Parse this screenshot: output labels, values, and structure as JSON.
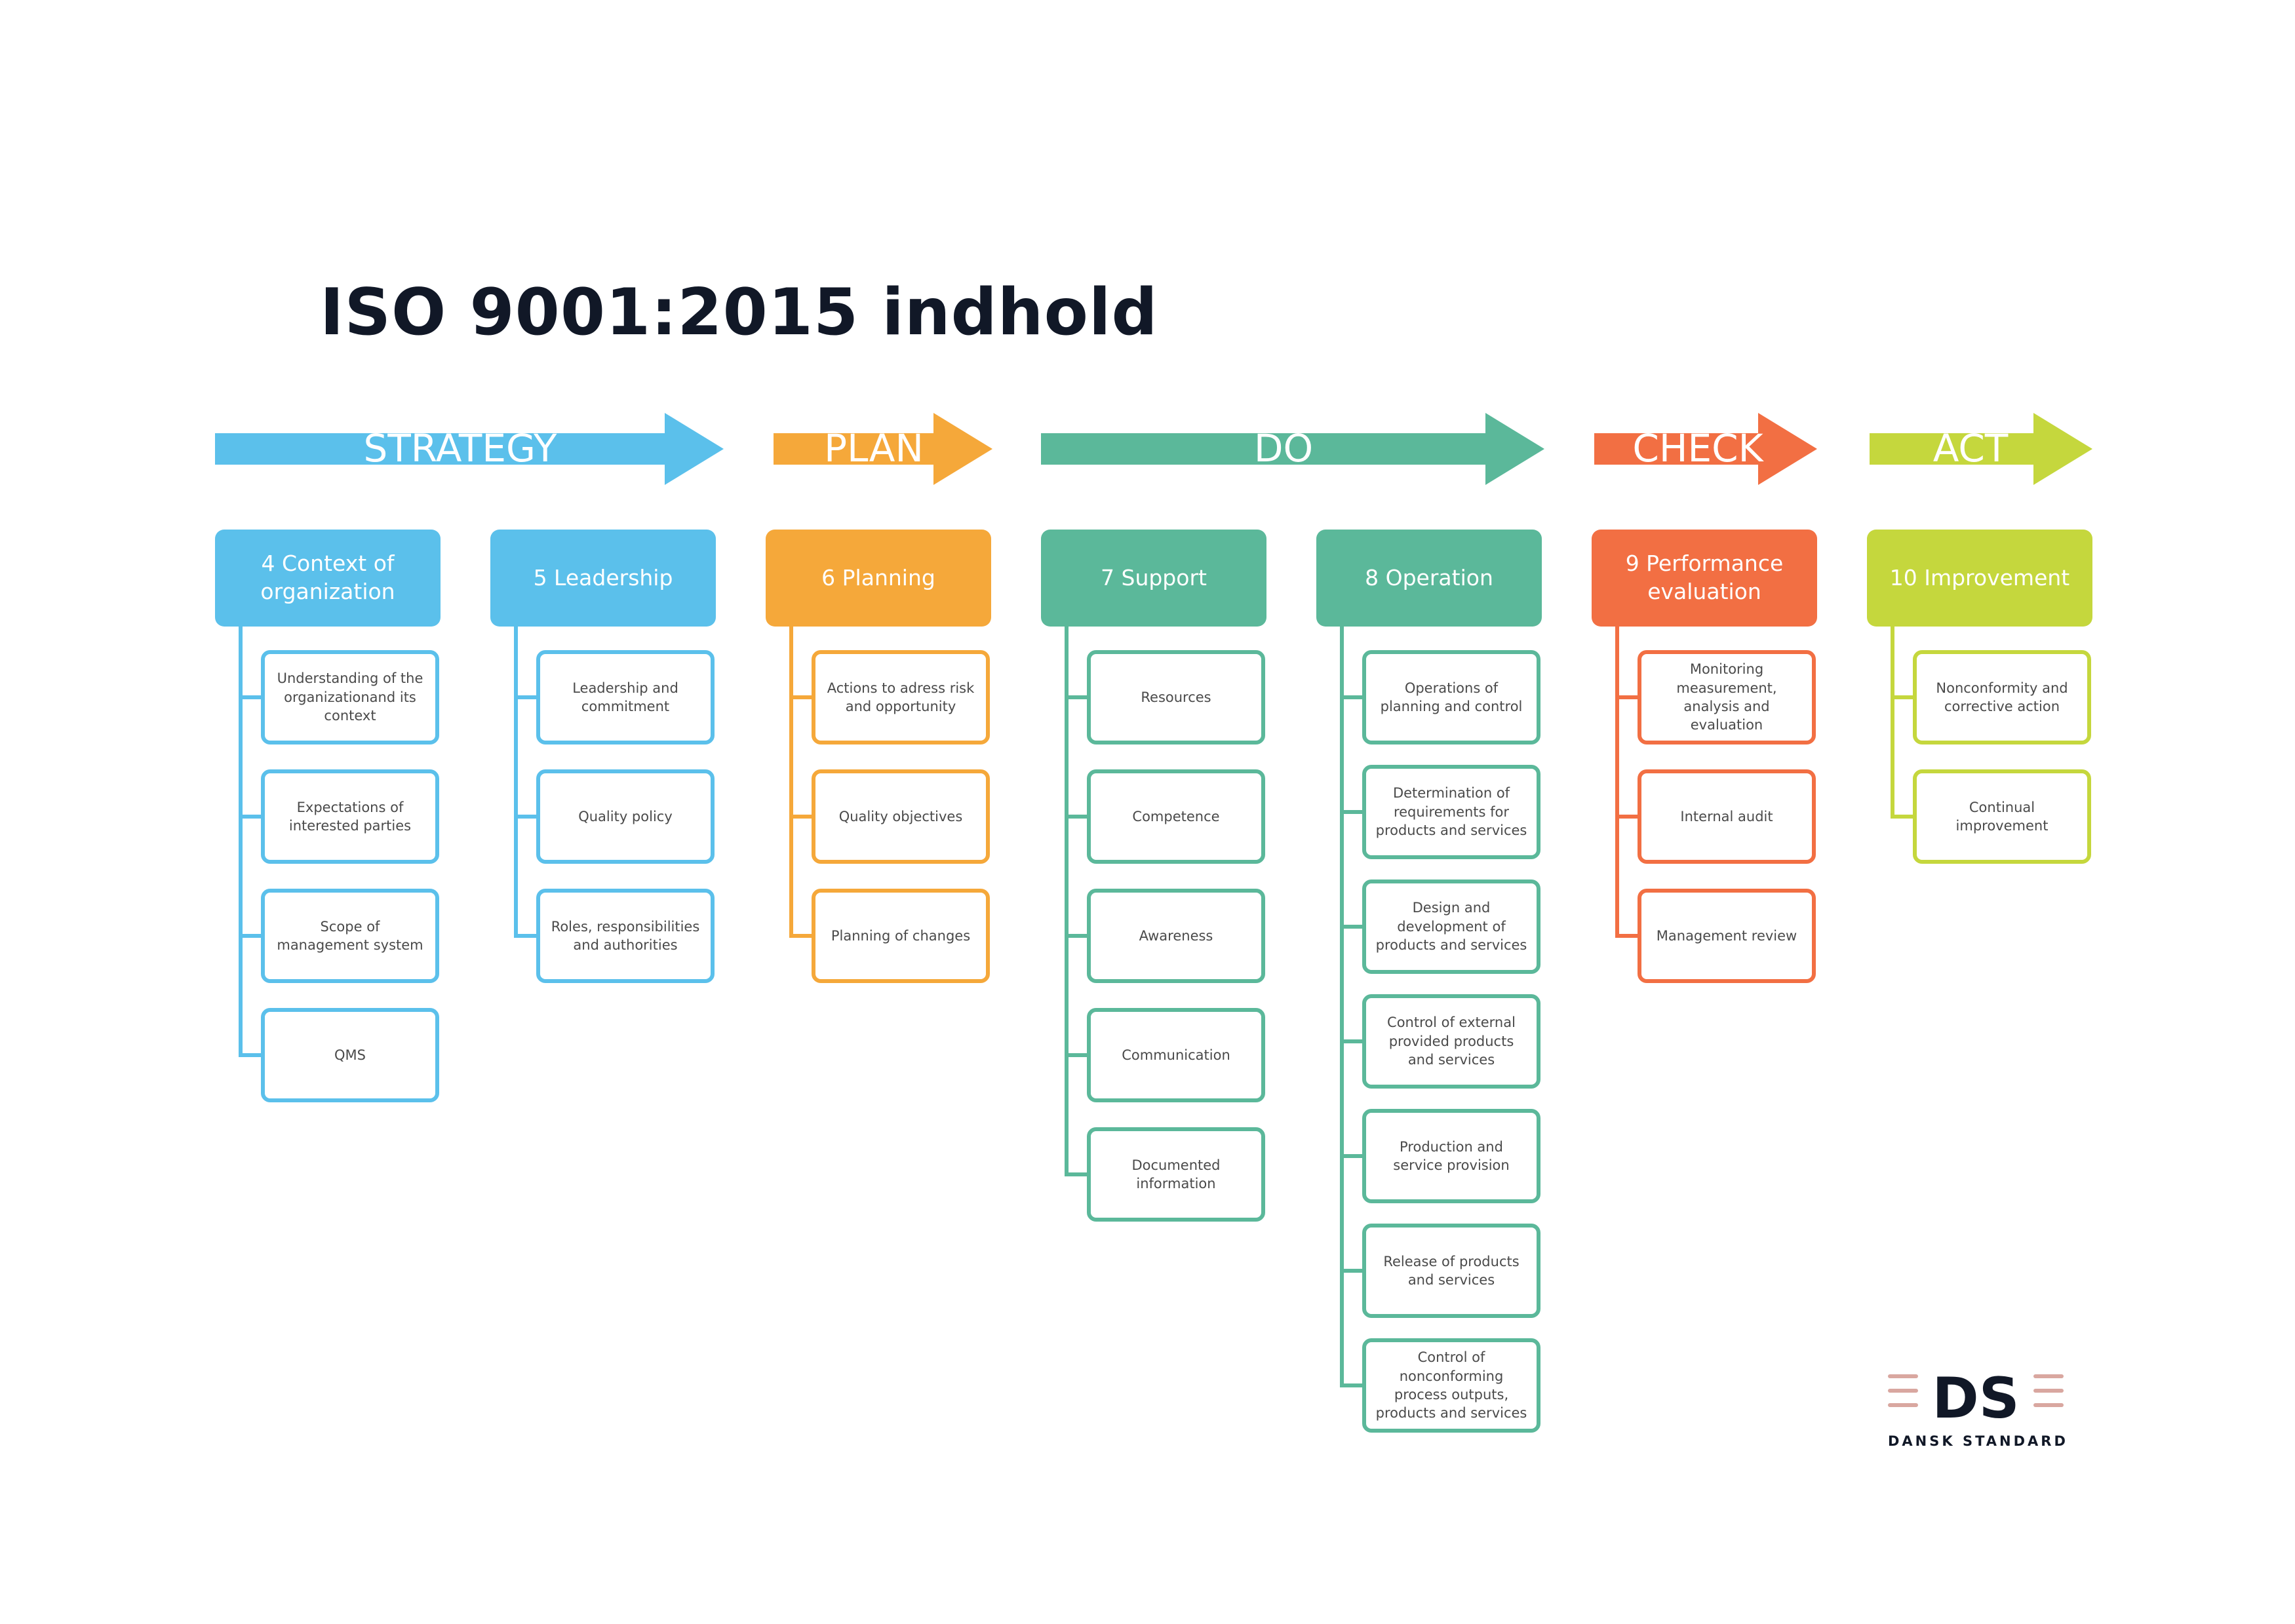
{
  "title": "ISO 9001:2015 indhold",
  "colors": {
    "strategy": "#5BC0EB",
    "plan": "#F5A83A",
    "do": "#5BB89A",
    "check": "#F26F43",
    "act": "#C5D73D"
  },
  "phases": [
    {
      "label": "STRATEGY",
      "color_key": "strategy"
    },
    {
      "label": "PLAN",
      "color_key": "plan"
    },
    {
      "label": "DO",
      "color_key": "do"
    },
    {
      "label": "CHECK",
      "color_key": "check"
    },
    {
      "label": "ACT",
      "color_key": "act"
    }
  ],
  "clauses": [
    {
      "title": "4 Context of organization",
      "color_key": "strategy",
      "items": [
        "Understanding of the organizationand its context",
        "Expectations of interested parties",
        "Scope of management system",
        "QMS"
      ]
    },
    {
      "title": "5 Leadership",
      "color_key": "strategy",
      "items": [
        "Leadership and commitment",
        "Quality policy",
        "Roles, responsibilities and authorities"
      ]
    },
    {
      "title": "6 Planning",
      "color_key": "plan",
      "items": [
        "Actions to adress risk and opportunity",
        "Quality objectives",
        "Planning of changes"
      ]
    },
    {
      "title": "7 Support",
      "color_key": "do",
      "items": [
        "Resources",
        "Competence",
        "Awareness",
        "Communication",
        "Documented information"
      ]
    },
    {
      "title": "8 Operation",
      "color_key": "do",
      "items": [
        "Operations of planning and control",
        "Determination of requirements for products and services",
        "Design and development of products and services",
        "Control of external provided products and services",
        "Production and service provision",
        "Release of products and services",
        "Control of nonconforming process outputs, products and services"
      ]
    },
    {
      "title": "9 Performance evaluation",
      "color_key": "check",
      "items": [
        "Monitoring measurement, analysis and evaluation",
        "Internal audit",
        "Management review"
      ]
    },
    {
      "title": "10 Improvement",
      "color_key": "act",
      "items": [
        "Nonconformity and corrective action",
        "Continual improvement"
      ]
    }
  ],
  "logo": {
    "mark": "DS",
    "name": "DANSK STANDARD",
    "icon": "dansk-standard-logo-icon"
  }
}
